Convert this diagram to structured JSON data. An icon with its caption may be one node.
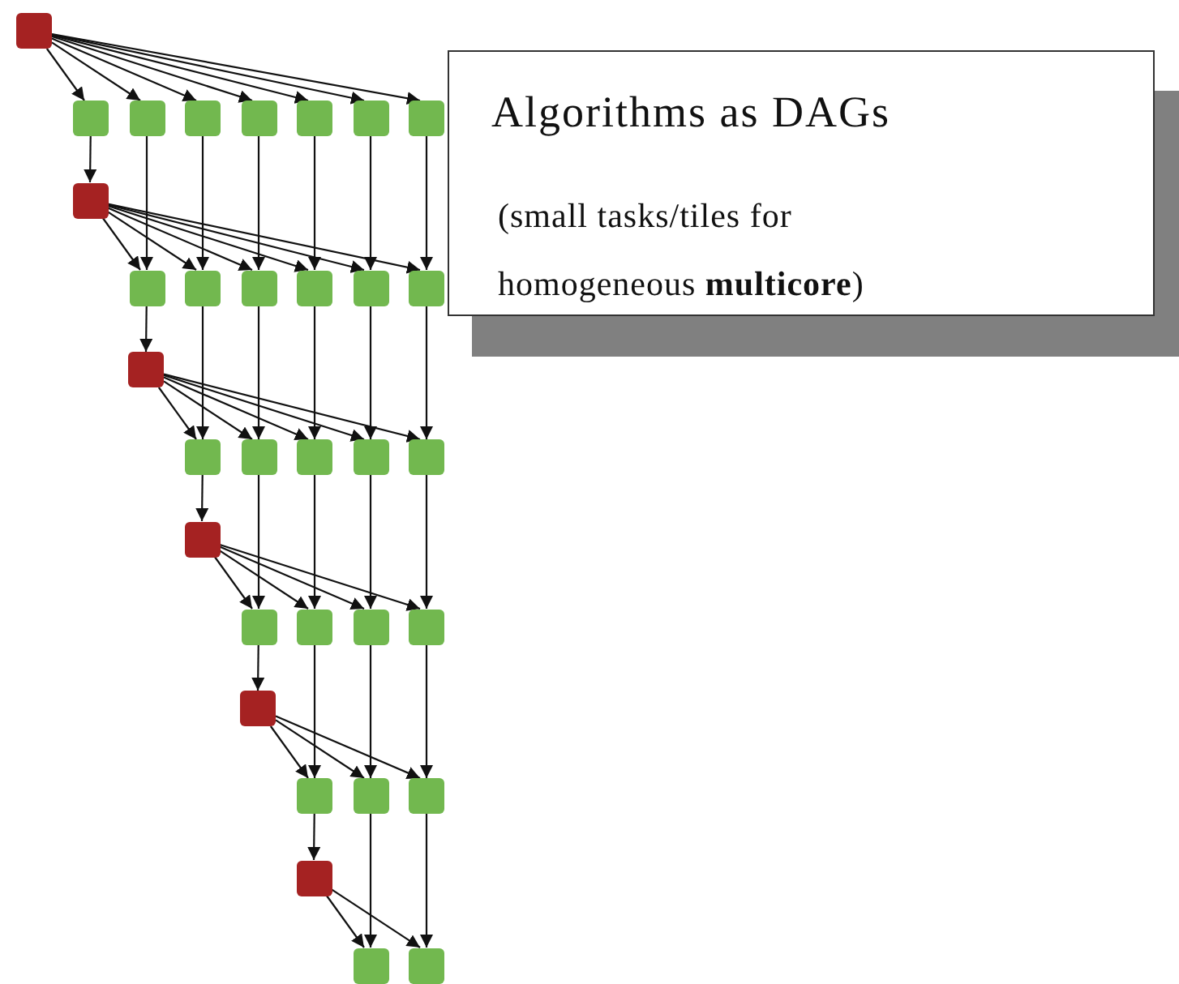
{
  "diagram": {
    "nodes": [
      {
        "text": [],
        "shape": "box"
      },
      {
        "text": [],
        "shape": "box"
      },
      {
        "text": [],
        "shape": "box"
      },
      {
        "text": [],
        "shape": "box"
      },
      {
        "text": [],
        "shape": "box"
      },
      {
        "text": [],
        "shape": "box"
      },
      {
        "text": [],
        "shape": "box"
      },
      {
        "text": [],
        "shape": "box"
      },
      {
        "text": [],
        "shape": "box"
      },
      {
        "text": [],
        "shape": "box"
      },
      {
        "text": [],
        "shape": "box"
      },
      {
        "text": [],
        "shape": "box"
      },
      {
        "text": [],
        "shape": "box"
      },
      {
        "text": [],
        "shape": "box"
      },
      {
        "text": [],
        "shape": "box"
      },
      {
        "text": [],
        "shape": "box"
      },
      {
        "text": [],
        "shape": "box"
      },
      {
        "text": [],
        "shape": "box"
      },
      {
        "text": [],
        "shape": "box"
      },
      {
        "text": [],
        "shape": "box"
      },
      {
        "text": [],
        "shape": "box"
      },
      {
        "text": [],
        "shape": "box"
      },
      {
        "text": [],
        "shape": "box"
      },
      {
        "text": [],
        "shape": "box"
      },
      {
        "text": [],
        "shape": "box"
      },
      {
        "text": [],
        "shape": "box"
      },
      {
        "text": [],
        "shape": "box"
      },
      {
        "text": [],
        "shape": "box"
      },
      {
        "text": [],
        "shape": "box"
      },
      {
        "text": [],
        "shape": "box"
      },
      {
        "text": [],
        "shape": "box"
      },
      {
        "text": [],
        "shape": "box"
      },
      {
        "text": [],
        "shape": "box"
      },
      {
        "text": [
          "Algorithms as DAGs",
          "(small tasks/tiles for homogeneous **multicore**)"
        ]
      }
    ],
    "edges": [
      {
        "from": 0,
        "to": 1,
        "arrow": "to"
      },
      {
        "from": 0,
        "to": 2,
        "arrow": "to"
      },
      {
        "from": 0,
        "to": 3,
        "arrow": "to"
      },
      {
        "from": 0,
        "to": 4,
        "arrow": "to"
      },
      {
        "from": 0,
        "to": 5,
        "arrow": "to"
      },
      {
        "from": 0,
        "to": 6,
        "arrow": "to"
      },
      {
        "from": 0,
        "to": 7,
        "arrow": "to"
      },
      {
        "from": 1,
        "to": 8,
        "arrow": "to"
      },
      {
        "from": 2,
        "to": 9,
        "arrow": "to"
      },
      {
        "from": 3,
        "to": 10,
        "arrow": "to"
      },
      {
        "from": 4,
        "to": 11,
        "arrow": "to"
      },
      {
        "from": 5,
        "to": 12,
        "arrow": "to"
      },
      {
        "from": 6,
        "to": 13,
        "arrow": "to"
      },
      {
        "from": 7,
        "to": 14,
        "arrow": "to"
      },
      {
        "from": 8,
        "to": 9,
        "arrow": "to"
      },
      {
        "from": 8,
        "to": 10,
        "arrow": "to"
      },
      {
        "from": 8,
        "to": 11,
        "arrow": "to"
      },
      {
        "from": 8,
        "to": 12,
        "arrow": "to"
      },
      {
        "from": 8,
        "to": 13,
        "arrow": "to"
      },
      {
        "from": 8,
        "to": 14,
        "arrow": "to"
      },
      {
        "from": 9,
        "to": 15,
        "arrow": "to"
      },
      {
        "from": 10,
        "to": 16,
        "arrow": "to"
      },
      {
        "from": 11,
        "to": 17,
        "arrow": "to"
      },
      {
        "from": 12,
        "to": 18,
        "arrow": "to"
      },
      {
        "from": 13,
        "to": 19,
        "arrow": "to"
      },
      {
        "from": 14,
        "to": 20,
        "arrow": "to"
      },
      {
        "from": 15,
        "to": 16,
        "arrow": "to"
      },
      {
        "from": 15,
        "to": 17,
        "arrow": "to"
      },
      {
        "from": 15,
        "to": 18,
        "arrow": "to"
      },
      {
        "from": 15,
        "to": 19,
        "arrow": "to"
      },
      {
        "from": 15,
        "to": 20,
        "arrow": "to"
      },
      {
        "from": 16,
        "to": 21,
        "arrow": "to"
      },
      {
        "from": 17,
        "to": 22,
        "arrow": "to"
      },
      {
        "from": 18,
        "to": 23,
        "arrow": "to"
      },
      {
        "from": 19,
        "to": 24,
        "arrow": "to"
      },
      {
        "from": 20,
        "to": 25,
        "arrow": "to"
      },
      {
        "from": 21,
        "to": 22,
        "arrow": "to"
      },
      {
        "from": 21,
        "to": 23,
        "arrow": "to"
      },
      {
        "from": 21,
        "to": 24,
        "arrow": "to"
      },
      {
        "from": 21,
        "to": 25,
        "arrow": "to"
      },
      {
        "from": 22,
        "to": 26,
        "arrow": "to"
      },
      {
        "from": 23,
        "to": 27,
        "arrow": "to"
      },
      {
        "from": 24,
        "to": 28,
        "arrow": "to"
      },
      {
        "from": 25,
        "to": 29,
        "arrow": "to"
      },
      {
        "from": 26,
        "to": 27,
        "arrow": "to"
      },
      {
        "from": 26,
        "to": 28,
        "arrow": "to"
      },
      {
        "from": 26,
        "to": 29,
        "arrow": "to"
      },
      {
        "from": 27,
        "to": 30,
        "arrow": "to"
      },
      {
        "from": 28,
        "to": 31,
        "arrow": "to"
      },
      {
        "from": 29,
        "to": 32,
        "arrow": "to"
      },
      {
        "from": 30,
        "to": 31,
        "arrow": "to"
      },
      {
        "from": 30,
        "to": 32,
        "arrow": "to"
      }
    ]
  }
}
